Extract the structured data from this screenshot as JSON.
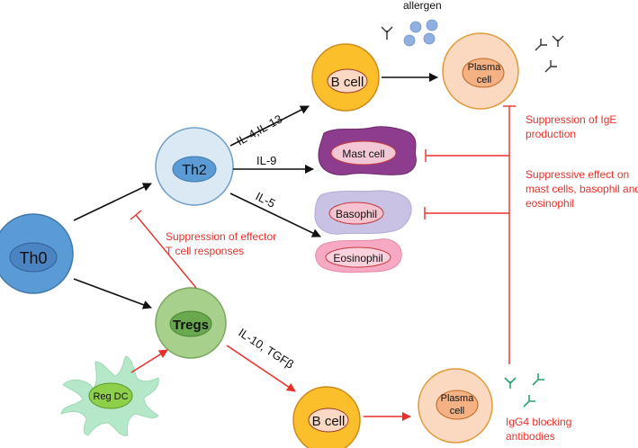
{
  "cells": {
    "th0": "Th0",
    "th2": "Th2",
    "tregs": "Tregs",
    "reg_dc": "Reg DC",
    "b_cell_top": "B cell",
    "b_cell_bottom": "B cell",
    "plasma_top": [
      "Plasma",
      "cell"
    ],
    "plasma_bottom": [
      "Plasma",
      "cell"
    ],
    "mast_cell": "Mast cell",
    "basophil": "Basophil",
    "eosinophil": "Eosinophil"
  },
  "labels": {
    "allergen": "allergen",
    "il4_il13": "IL-4,IL-13",
    "il9": "IL-9",
    "il5": "IL-5",
    "il10_tgfb": "IL-10, TGFβ"
  },
  "annotations": {
    "suppression_effector": [
      "Suppression of effector",
      "T cell responses"
    ],
    "suppression_ige": [
      "Suppression of IgE",
      "production"
    ],
    "suppressive_effect": [
      "Suppressive effect on",
      "mast cells, basophil and",
      "eosinophil"
    ],
    "igg4": [
      "IgG4 blocking",
      "antibodies"
    ]
  },
  "colors": {
    "inhibition": "#e8302a",
    "th0_fill": "#5b9bd5",
    "th2_fill": "#dbe9f5",
    "tregs_fill": "#a8d08d",
    "b_cell_fill": "#fbbf2c",
    "plasma_fill": "#fbd9c0",
    "mast_fill": "#8e3c8e",
    "basophil_fill": "#c9c2e4",
    "eosinophil_fill": "#f7a9c4",
    "igg4_antibody": "#2aa36f"
  }
}
